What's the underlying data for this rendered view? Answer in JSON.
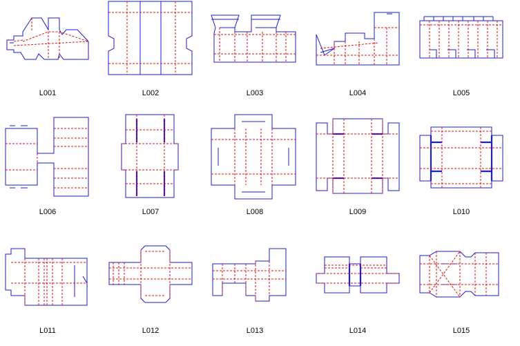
{
  "colors": {
    "cut_line": "#1a1adb",
    "fold_line": "#e01010",
    "background": "#ffffff"
  },
  "templates": [
    {
      "code": "L001"
    },
    {
      "code": "L002"
    },
    {
      "code": "L003"
    },
    {
      "code": "L004"
    },
    {
      "code": "L005"
    },
    {
      "code": "L006"
    },
    {
      "code": "L007"
    },
    {
      "code": "L008"
    },
    {
      "code": "L009"
    },
    {
      "code": "L010"
    },
    {
      "code": "L011"
    },
    {
      "code": "L012"
    },
    {
      "code": "L013"
    },
    {
      "code": "L014"
    },
    {
      "code": "L015"
    }
  ]
}
